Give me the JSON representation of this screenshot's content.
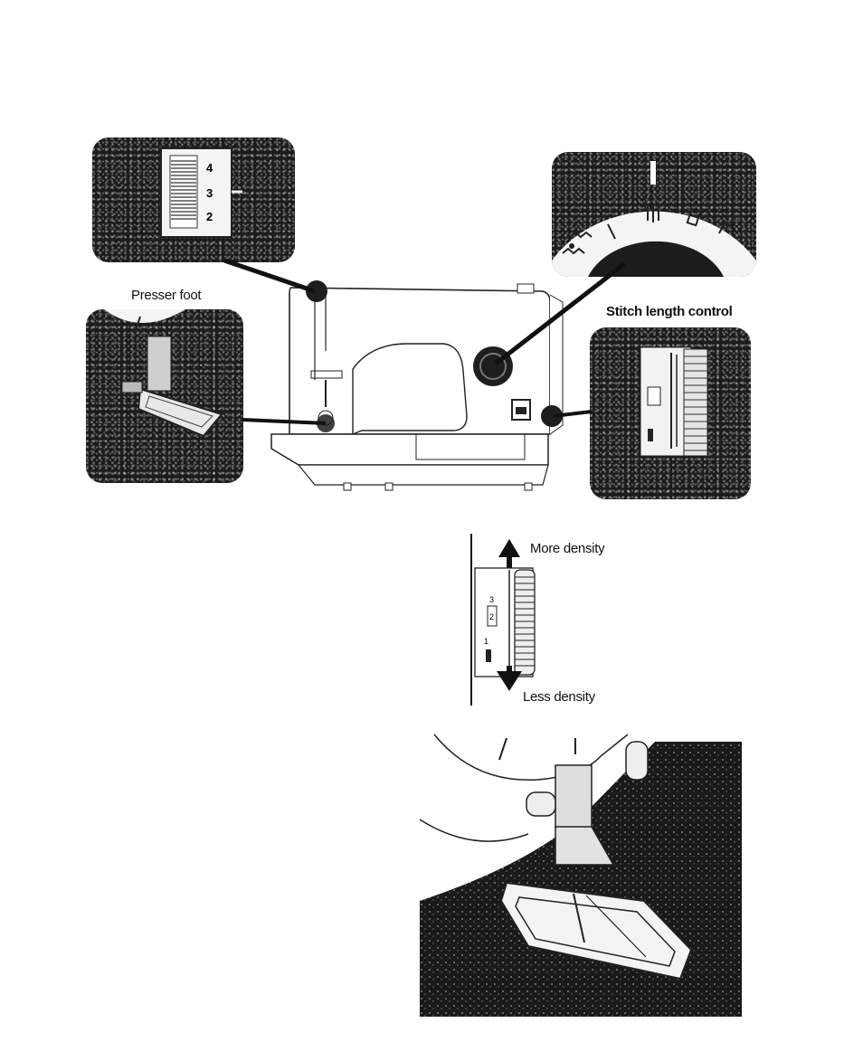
{
  "labels": {
    "presser_foot": "Presser foot",
    "stitch_length_control": "Stitch length control",
    "more_density": "More density",
    "less_density": "Less density"
  },
  "dial_numbers": [
    "4",
    "3",
    "2"
  ],
  "slider_numbers": [
    "3",
    "2",
    "1"
  ]
}
